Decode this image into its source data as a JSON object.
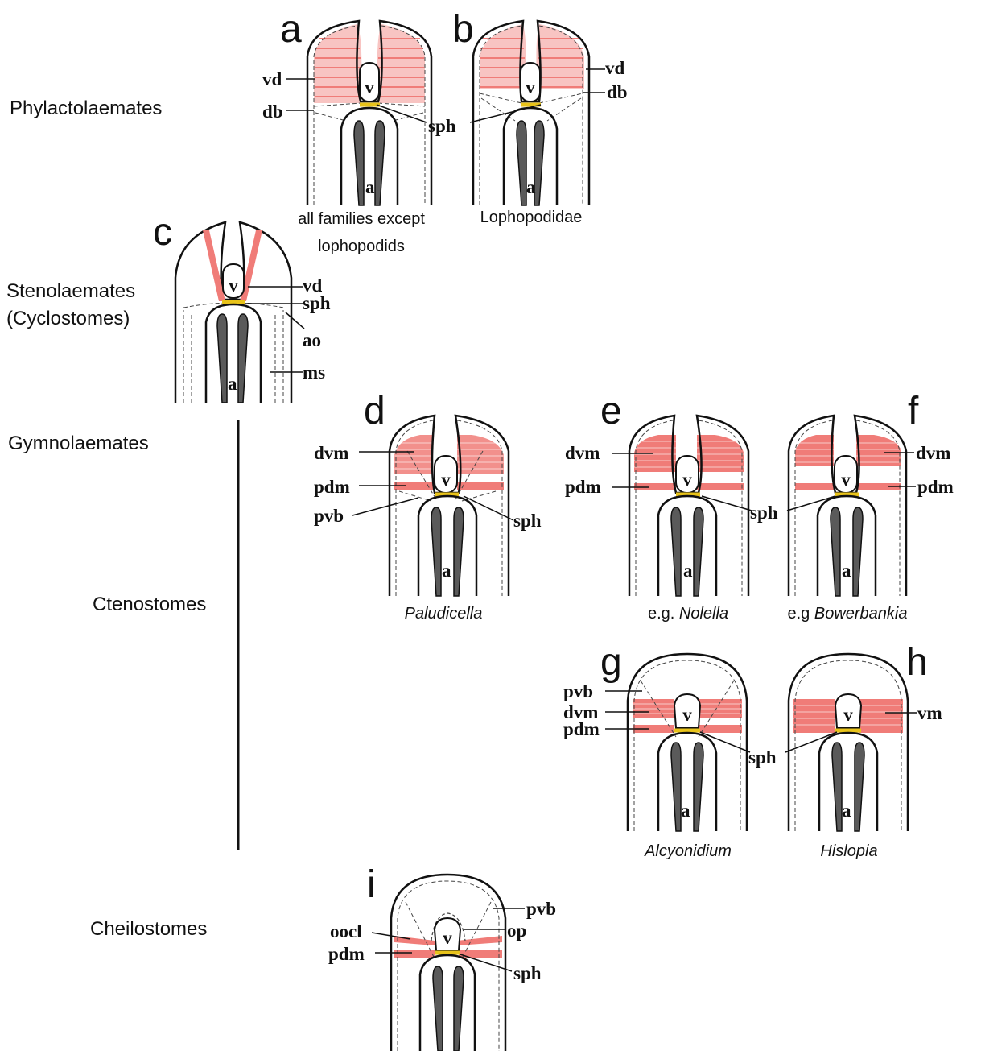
{
  "groups": {
    "phylactolaemates": "Phylactolaemates",
    "stenolaemates": "Stenolaemates",
    "cyclostomes": "(Cyclostomes)",
    "gymnolaemates": "Gymnolaemates",
    "ctenostomes": "Ctenostomes",
    "cheilostomes": "Cheilostomes"
  },
  "panels": {
    "a": {
      "letter": "a",
      "caption_line1": "all families except",
      "caption_line2": "lophopodids",
      "labels": [
        "vd",
        "db",
        "sph"
      ]
    },
    "b": {
      "letter": "b",
      "caption": "Lophopodidae",
      "labels": [
        "vd",
        "db"
      ]
    },
    "c": {
      "letter": "c",
      "labels": [
        "vd",
        "sph",
        "ao",
        "ms"
      ]
    },
    "d": {
      "letter": "d",
      "caption": "Paludicella",
      "labels": [
        "dvm",
        "pdm",
        "pvb",
        "sph"
      ]
    },
    "e": {
      "letter": "e",
      "caption_prefix": "e.g. ",
      "caption_italic": "Nolella",
      "labels": [
        "dvm",
        "pdm",
        "sph"
      ]
    },
    "f": {
      "letter": "f",
      "caption_prefix": "e.g ",
      "caption_italic": "Bowerbankia",
      "labels": [
        "dvm",
        "pdm"
      ]
    },
    "g": {
      "letter": "g",
      "caption": "Alcyonidium",
      "labels": [
        "pvb",
        "dvm",
        "pdm",
        "sph"
      ]
    },
    "h": {
      "letter": "h",
      "caption": "Hislopia",
      "labels": [
        "vm"
      ]
    },
    "i": {
      "letter": "i",
      "labels": [
        "pvb",
        "oocl",
        "op",
        "pdm",
        "sph"
      ]
    }
  },
  "symbols": {
    "vestibule": "v",
    "atrium": "a"
  },
  "colors": {
    "muscle": "#f07c78",
    "sphincter": "#e8c31a",
    "outline": "#111111",
    "tentacle": "#5a5a5a"
  }
}
